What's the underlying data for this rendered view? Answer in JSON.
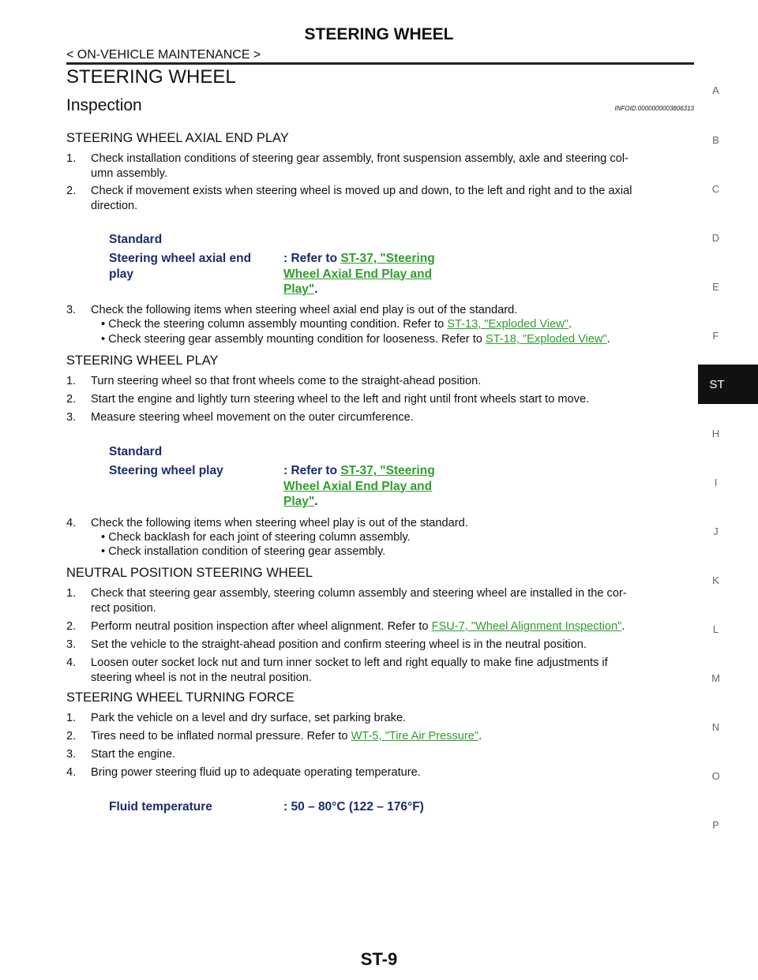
{
  "header": {
    "title": "STEERING WHEEL",
    "breadcrumb": "< ON-VEHICLE MAINTENANCE >"
  },
  "heading_main": "STEERING WHEEL",
  "heading_section": "Inspection",
  "info_id": "INFOID:0000000003806313",
  "sections": {
    "axial": {
      "title": "STEERING WHEEL AXIAL END PLAY",
      "step1_num": "1.",
      "step1_line1": "Check installation conditions of steering gear assembly, front suspension assembly, axle and steering col-",
      "step1_line2": "umn assembly.",
      "step2_num": "2.",
      "step2_line1": "Check if movement exists when steering wheel is moved up and down, to the left and right and to the axial",
      "step2_line2": "direction.",
      "std_label": "Standard",
      "std_item_line1": "Steering wheel axial end",
      "std_item_line2": "play",
      "std_refer": ": Refer to ",
      "std_link_line1": "ST-37, \"Steering",
      "std_link_line2": "Wheel Axial End Play and",
      "std_link_line3": "Play\"",
      "std_dot": ".",
      "step3_num": "3.",
      "step3_text": "Check the following items when steering wheel axial end play is out of the standard.",
      "b1_text": "• Check the steering column assembly mounting condition. Refer to ",
      "b1_link": "ST-13, \"Exploded View\"",
      "b1_end": ".",
      "b2_text": "• Check steering gear assembly mounting condition for looseness. Refer to ",
      "b2_link": "ST-18, \"Exploded View\"",
      "b2_end": "."
    },
    "play": {
      "title": "STEERING WHEEL PLAY",
      "step1_num": "1.",
      "step1_text": "Turn steering wheel so that front wheels come to the straight-ahead position.",
      "step2_num": "2.",
      "step2_text": "Start the engine and lightly turn steering wheel to the left and right until front wheels start to move.",
      "step3_num": "3.",
      "step3_text": "Measure steering wheel movement on the outer circumference.",
      "std_label": "Standard",
      "std_item": "Steering wheel play",
      "std_refer": ": Refer to ",
      "std_link_line1": "ST-37, \"Steering",
      "std_link_line2": "Wheel Axial End Play and",
      "std_link_line3": "Play\"",
      "std_dot": ".",
      "step4_num": "4.",
      "step4_text": "Check the following items when steering wheel play is out of the standard.",
      "b1_text": "• Check backlash for each joint of steering column assembly.",
      "b2_text": "• Check installation condition of steering gear assembly."
    },
    "neutral": {
      "title": "NEUTRAL POSITION STEERING WHEEL",
      "step1_num": "1.",
      "step1_line1": "Check that steering gear assembly, steering column assembly and steering wheel are installed in the cor-",
      "step1_line2": "rect position.",
      "step2_num": "2.",
      "step2_text": "Perform neutral position inspection after wheel alignment. Refer to ",
      "step2_link": "FSU-7, \"Wheel Alignment Inspection\"",
      "step2_end": ".",
      "step3_num": "3.",
      "step3_text": "Set the vehicle to the straight-ahead position and confirm steering wheel is in the neutral position.",
      "step4_num": "4.",
      "step4_line1": "Loosen outer socket lock nut and turn inner socket to left and right equally to make fine adjustments if",
      "step4_line2": "steering wheel is not in the neutral position."
    },
    "turning": {
      "title": "STEERING WHEEL TURNING FORCE",
      "step1_num": "1.",
      "step1_text": "Park the vehicle on a level and dry surface, set parking brake.",
      "step2_num": "2.",
      "step2_text": "Tires need to be inflated normal pressure. Refer to ",
      "step2_link": "WT-5, \"Tire Air Pressure\"",
      "step2_end": ".",
      "step3_num": "3.",
      "step3_text": "Start the engine.",
      "step4_num": "4.",
      "step4_text": "Bring power steering fluid up to adequate operating temperature.",
      "spec_item": "Fluid temperature",
      "spec_value": ": 50 – 80°C (122 – 176°F)"
    }
  },
  "footer": {
    "page_number": "ST-9"
  },
  "sidebar": {
    "letters": [
      "A",
      "B",
      "C",
      "D",
      "E",
      "F",
      "H",
      "I",
      "J",
      "K",
      "L",
      "M",
      "N",
      "O",
      "P"
    ],
    "active": "ST"
  }
}
